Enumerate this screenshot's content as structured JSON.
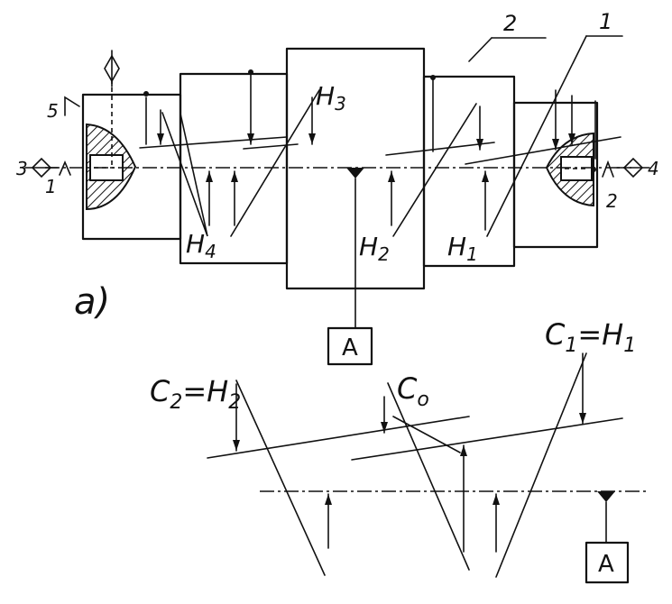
{
  "figure_label": "a)",
  "datum_label": "A",
  "top": {
    "dims": [
      {
        "main": "H",
        "sub": "3"
      },
      {
        "main": "H",
        "sub": "4"
      },
      {
        "main": "H",
        "sub": "2"
      },
      {
        "main": "H",
        "sub": "1"
      }
    ],
    "surface_numbers": [
      "1",
      "2",
      "3",
      "4",
      "5"
    ],
    "callouts": [
      "1",
      "2"
    ]
  },
  "bottom": {
    "labels": [
      {
        "main": "C",
        "sub": "2",
        "eq": "=H",
        "eqsub": "2"
      },
      {
        "main": "C",
        "sub": "o"
      },
      {
        "main": "C",
        "sub": "1",
        "eq": "=H",
        "eqsub": "1"
      }
    ]
  }
}
